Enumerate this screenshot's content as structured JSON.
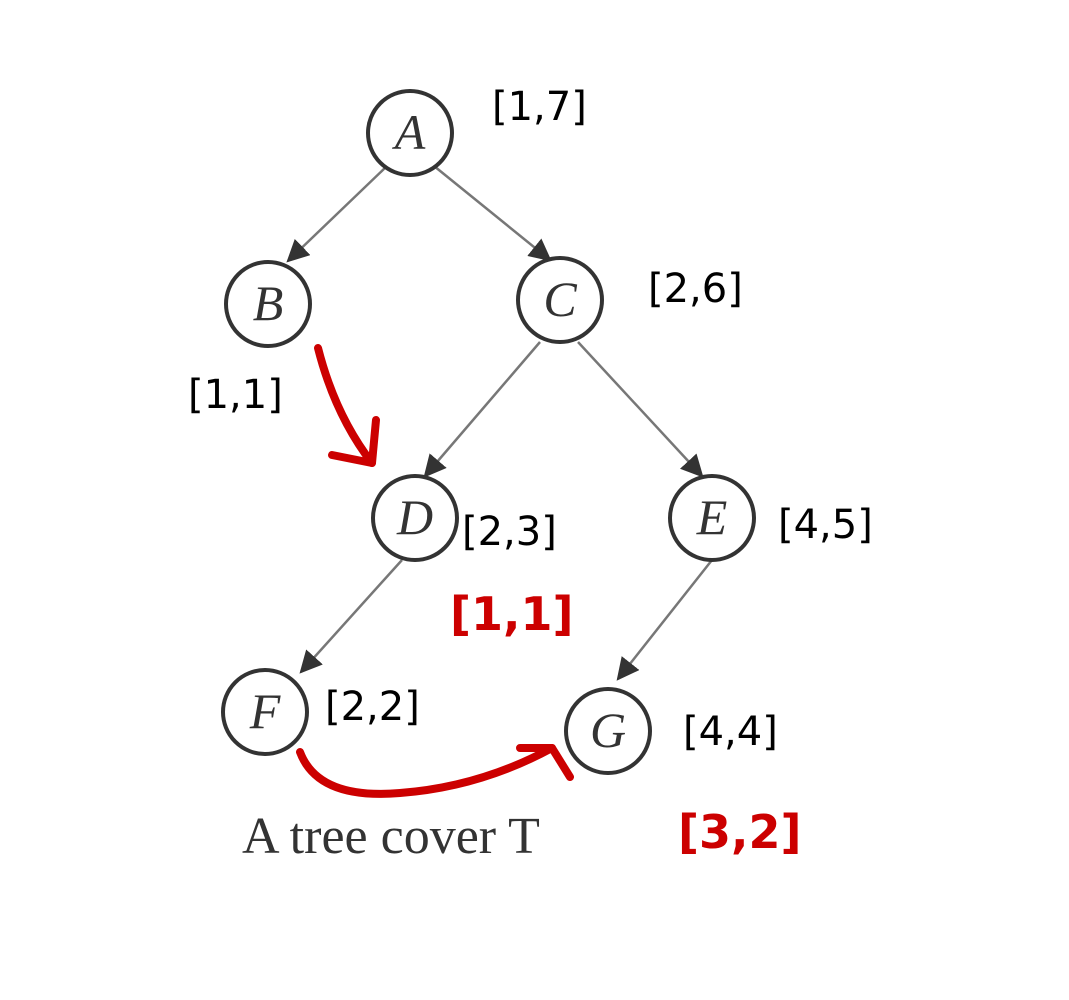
{
  "caption": "A tree cover T",
  "colors": {
    "edge": "#777777",
    "node_stroke": "#333333",
    "annotation_black": "#000000",
    "annotation_red": "#cc0000"
  },
  "nodes": [
    {
      "id": "A",
      "label": "A",
      "interval": "[1,7]"
    },
    {
      "id": "B",
      "label": "B",
      "interval": "[1,1]"
    },
    {
      "id": "C",
      "label": "C",
      "interval": "[2,6]"
    },
    {
      "id": "D",
      "label": "D",
      "interval": "[2,3]",
      "extra_interval": "[1,1]"
    },
    {
      "id": "E",
      "label": "E",
      "interval": "[4,5]"
    },
    {
      "id": "F",
      "label": "F",
      "interval": "[2,2]"
    },
    {
      "id": "G",
      "label": "G",
      "interval": "[4,4]",
      "extra_interval": "[3,2]"
    }
  ],
  "edges": [
    {
      "from": "A",
      "to": "B"
    },
    {
      "from": "A",
      "to": "C"
    },
    {
      "from": "C",
      "to": "D"
    },
    {
      "from": "C",
      "to": "E"
    },
    {
      "from": "D",
      "to": "F"
    },
    {
      "from": "E",
      "to": "G"
    }
  ],
  "extra_edges": [
    {
      "from": "B",
      "to": "D",
      "color": "#cc0000"
    },
    {
      "from": "F",
      "to": "G",
      "color": "#cc0000"
    }
  ]
}
